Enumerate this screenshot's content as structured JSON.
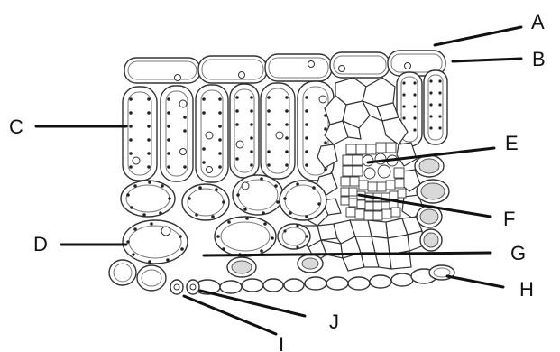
{
  "labels": [
    {
      "id": "A",
      "text": "A"
    },
    {
      "id": "B",
      "text": "B"
    },
    {
      "id": "C",
      "text": "C"
    },
    {
      "id": "D",
      "text": "D"
    },
    {
      "id": "E",
      "text": "E"
    },
    {
      "id": "F",
      "text": "F"
    },
    {
      "id": "G",
      "text": "G"
    },
    {
      "id": "H",
      "text": "H"
    },
    {
      "id": "I",
      "text": "I"
    },
    {
      "id": "J",
      "text": "J"
    }
  ]
}
